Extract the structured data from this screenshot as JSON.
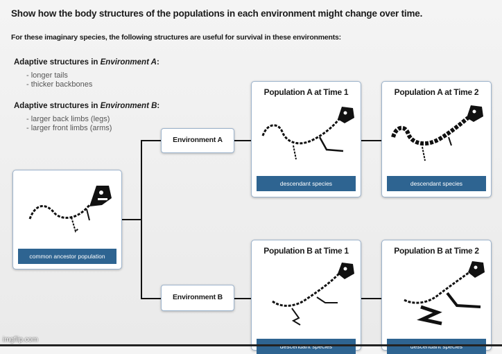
{
  "title": "Show how the body structures of the populations in each environment might change over time.",
  "subtitle": "For these imaginary species, the following structures are useful for survival in these environments:",
  "adaptive_a": {
    "prefix": "Adaptive structures in ",
    "env": "Environment A",
    "suffix": ":",
    "items": [
      "- longer tails",
      "- thicker backbones"
    ]
  },
  "adaptive_b": {
    "prefix": "Adaptive structures in ",
    "env": "Environment B",
    "suffix": ":",
    "items": [
      "- larger back limbs (legs)",
      "- larger front limbs (arms)"
    ]
  },
  "ancestor": {
    "label": "common ancestor population"
  },
  "environment_a": {
    "label": "Environment A"
  },
  "environment_b": {
    "label": "Environment B"
  },
  "pop_a1": {
    "title": "Population A at Time 1",
    "label": "descendant species"
  },
  "pop_a2": {
    "title": "Population A at Time 2",
    "label": "descendant species"
  },
  "pop_b1": {
    "title": "Population B at Time 1",
    "label": "descendant species"
  },
  "pop_b2": {
    "title": "Population B at Time 2",
    "label": "descendant species"
  },
  "watermark": "imgflip.com",
  "colors": {
    "label_bar": "#2e6491",
    "card_border": "#9cb3cc",
    "lines": "#111111"
  }
}
